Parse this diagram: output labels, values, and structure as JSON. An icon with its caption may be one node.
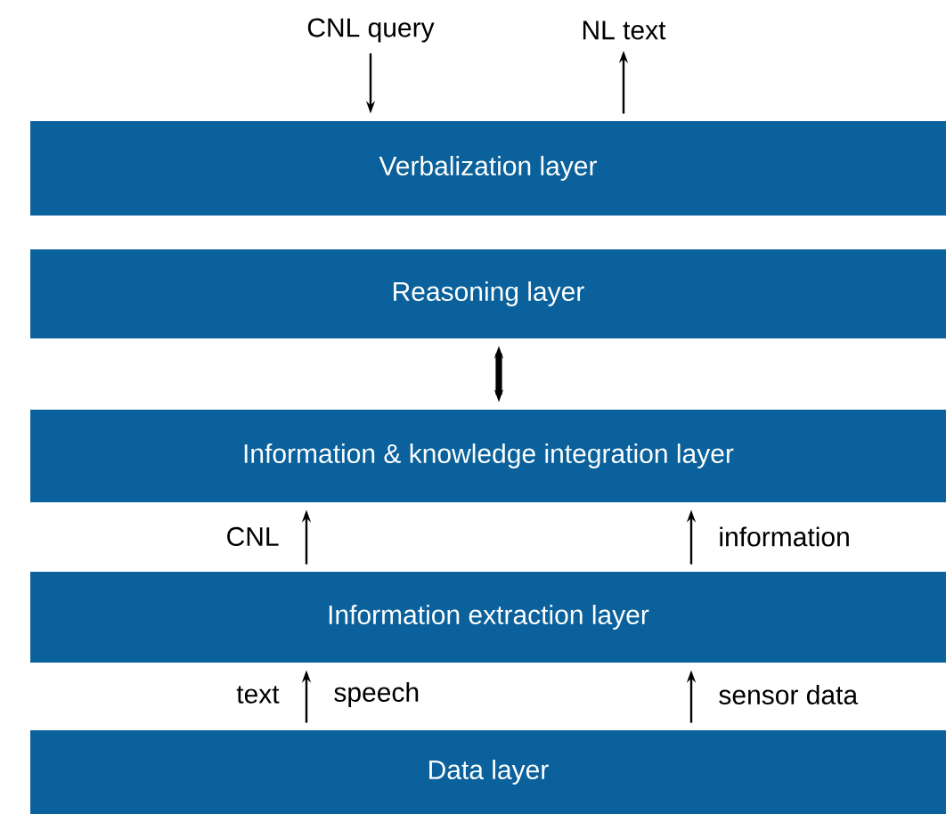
{
  "diagram": {
    "nodes": [
      {
        "text": [
          "CNL query"
        ]
      },
      {
        "text": [
          "NL text"
        ]
      },
      {
        "text": [
          "Verbalization layer"
        ]
      },
      {
        "text": [
          "Reasoning layer"
        ]
      },
      {
        "text": [
          "Information & knowledge integration layer"
        ]
      },
      {
        "text": [
          "Information extraction layer"
        ]
      },
      {
        "text": [
          "Data layer"
        ]
      }
    ],
    "edges": [
      {
        "from": 0,
        "to": 2,
        "arrow": "to"
      },
      {
        "from": 2,
        "to": 1,
        "arrow": "to"
      },
      {
        "from": 3,
        "to": 4,
        "arrow": "both",
        "style": "thick"
      },
      {
        "from": 5,
        "to": 4,
        "arrow": "to",
        "label": "CNL"
      },
      {
        "from": 5,
        "to": 4,
        "arrow": "to",
        "label": "information"
      },
      {
        "from": 6,
        "to": 5,
        "arrow": "to",
        "label": "text"
      },
      {
        "from": 6,
        "to": 5,
        "arrow": "to",
        "label": "sensor data"
      }
    ],
    "labels": [
      "speech"
    ]
  }
}
